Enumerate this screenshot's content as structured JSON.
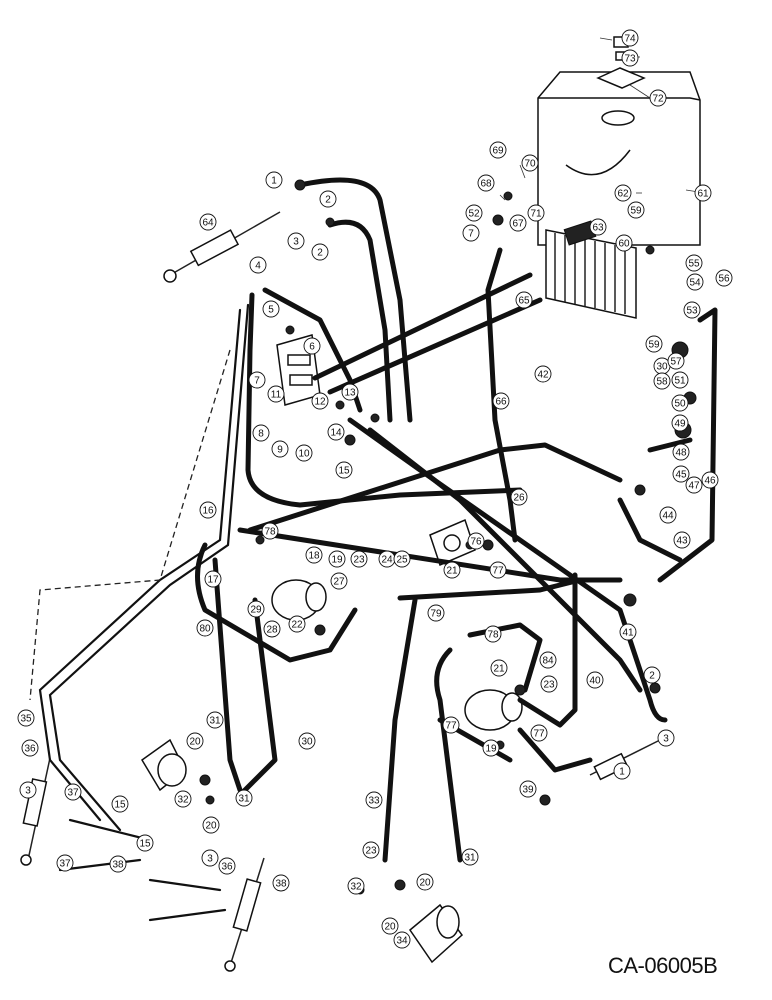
{
  "drawing_code": "CA-06005B",
  "callouts": [
    "74",
    "73",
    "72",
    "61",
    "62",
    "70",
    "69",
    "68",
    "71",
    "63",
    "60",
    "59",
    "52",
    "7",
    "67",
    "55",
    "54",
    "56",
    "53",
    "65",
    "59",
    "30",
    "58",
    "57",
    "51",
    "50",
    "49",
    "48",
    "47",
    "45",
    "46",
    "44",
    "43",
    "42",
    "66",
    "64",
    "1",
    "2",
    "3",
    "2",
    "4",
    "5",
    "6",
    "7",
    "8",
    "9",
    "10",
    "11",
    "12",
    "13",
    "14",
    "15",
    "16",
    "17",
    "18",
    "19",
    "23",
    "24",
    "25",
    "26",
    "27",
    "28",
    "29",
    "22",
    "21",
    "77",
    "76",
    "78",
    "80",
    "79",
    "77",
    "78",
    "21",
    "84",
    "23",
    "40",
    "41",
    "2",
    "3",
    "1",
    "19",
    "77",
    "39",
    "31",
    "30",
    "20",
    "32",
    "31",
    "20",
    "33",
    "31",
    "20",
    "23",
    "32",
    "20",
    "34",
    "35",
    "36",
    "3",
    "37",
    "15",
    "15",
    "38",
    "37",
    "3",
    "36",
    "38"
  ]
}
